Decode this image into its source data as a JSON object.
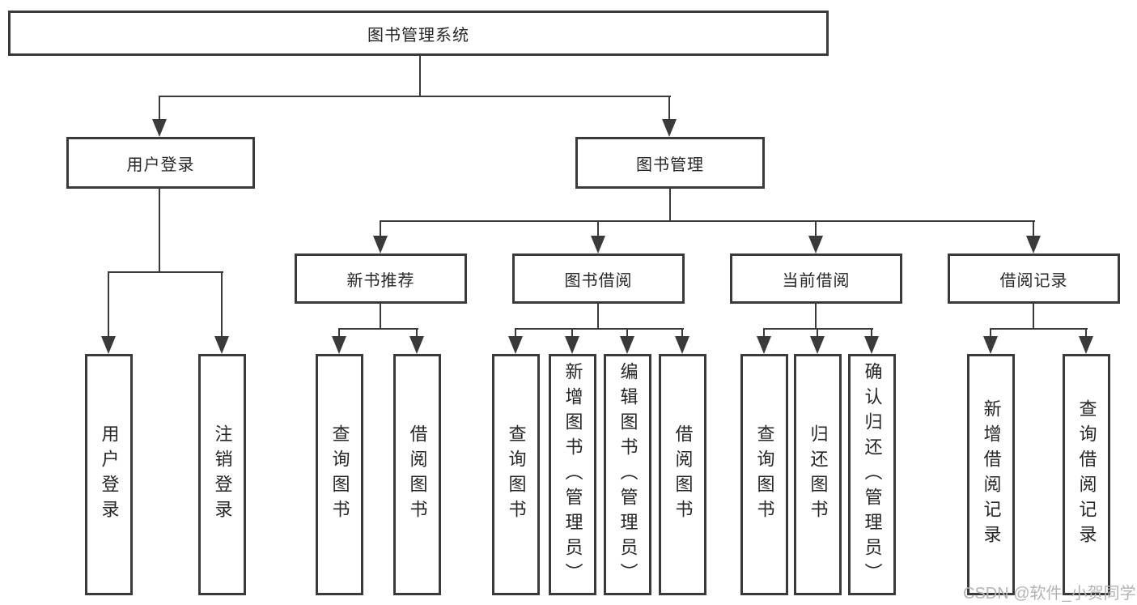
{
  "diagram": {
    "title": "图书管理系统",
    "root": {
      "label": "图书管理系统"
    },
    "branches": [
      {
        "label": "用户登录",
        "children": [
          {
            "label": "用户登录"
          },
          {
            "label": "注销登录"
          }
        ]
      },
      {
        "label": "图书管理",
        "children": [
          {
            "label": "新书推荐",
            "children": [
              {
                "label": "查询图书"
              },
              {
                "label": "借阅图书"
              }
            ]
          },
          {
            "label": "图书借阅",
            "children": [
              {
                "label": "查询图书"
              },
              {
                "label": "新增图书（管理员）"
              },
              {
                "label": "编辑图书（管理员）"
              },
              {
                "label": "借阅图书"
              }
            ]
          },
          {
            "label": "当前借阅",
            "children": [
              {
                "label": "查询图书"
              },
              {
                "label": "归还图书"
              },
              {
                "label": "确认归还（管理员）"
              }
            ]
          },
          {
            "label": "借阅记录",
            "children": [
              {
                "label": "新增借阅记录"
              },
              {
                "label": "查询借阅记录"
              }
            ]
          }
        ]
      }
    ]
  },
  "watermark": {
    "text": "CSDN @软件_小贺同学"
  },
  "colors": {
    "line": "#3a3a3a",
    "text": "#262626",
    "watermark": "#b4b4b4",
    "background": "#ffffff"
  }
}
